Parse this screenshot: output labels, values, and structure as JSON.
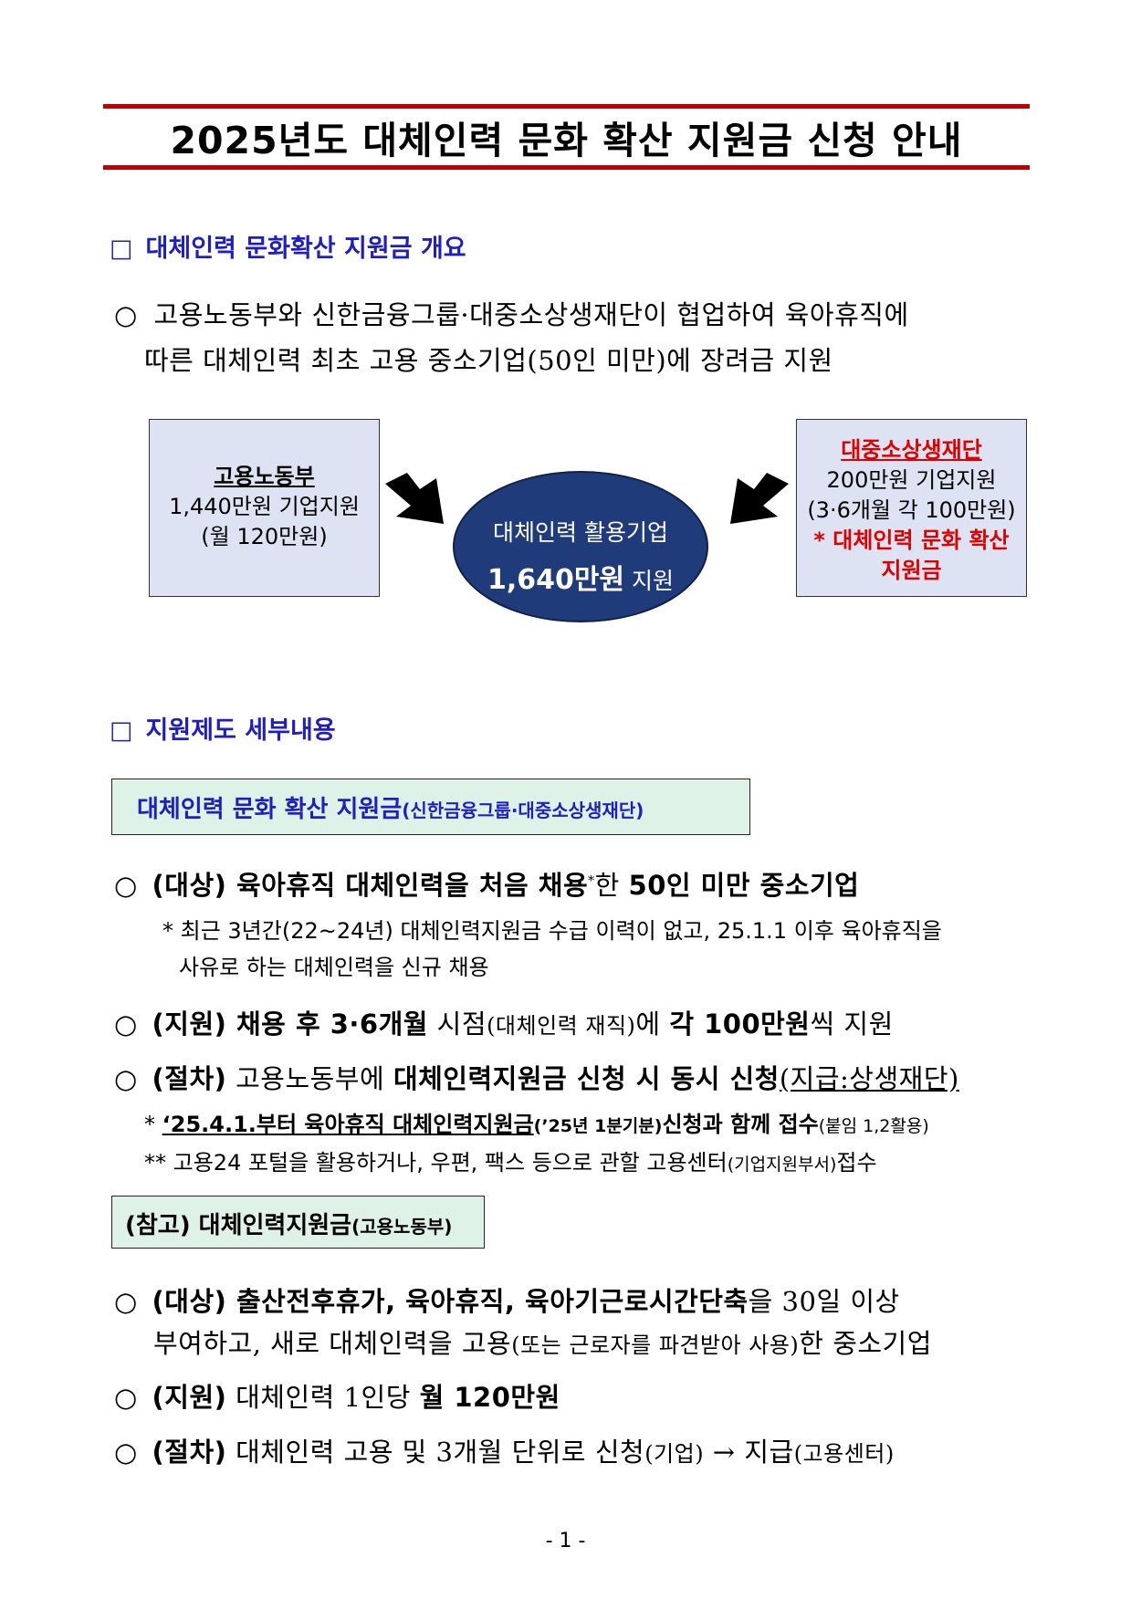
{
  "title": "2025년도 대체인력 문화 확산 지원금 신청 안내",
  "section1": {
    "marker": "□",
    "heading": "대체인력 문화확산 지원금 개요",
    "bullet": "○",
    "line1": "고용노동부와 신한금융그룹·대중소상생재단이 협업하여 육아휴직에",
    "line2": "따른 대체인력 최초 고용 중소기업(50인 미만)에 장려금 지원"
  },
  "diagram": {
    "left": {
      "title": "고용노동부",
      "line1": "1,440만원 기업지원",
      "line2": "(월 120만원)"
    },
    "center": {
      "line1": "대체인력 활용기업",
      "line2_bold": "1,640만원",
      "line2_rest": " 지원"
    },
    "right": {
      "title": "대중소상생재단",
      "line1": "200만원 기업지원",
      "line2": "(3·6개월 각 100만원)",
      "line3": "* 대체인력 문화 확산",
      "line4": "지원금"
    }
  },
  "section2": {
    "marker": "□",
    "heading": "지원제도 세부내용",
    "tag1": {
      "main": "대체인력 문화 확산 지원금",
      "sub": "(신한금융그룹·대중소상생재단)"
    },
    "target": {
      "bullet": "○",
      "label": "(대상)",
      "text_bold": " 육아휴직 대체인력을 처음 채용",
      "sup": "*",
      "text2": "한 ",
      "text3": "50인 미만 중소기업",
      "note_line1": "* 최근 3년간(22~24년) 대체인력지원금 수급 이력이 없고, 25.1.1 이후 육아휴직을",
      "note_line2": "사유로 하는 대체인력을 신규 채용"
    },
    "support": {
      "bullet": "○",
      "label": "(지원)",
      "t1": " 채용 후 3·6개월",
      "t2": " 시점",
      "t3": "(대체인력 재직)",
      "t4": "에 ",
      "t5": "각 100만원",
      "t6": "씩 지원"
    },
    "procedure": {
      "bullet": "○",
      "label": "(절차)",
      "t1": " 고용노동부에 ",
      "t2": "대체인력지원금 신청 시 동시 신청",
      "t3": "(지급:상생재단)",
      "note1_star": "* ",
      "note1_bold": "‘25.4.1.부터 육아휴직 대체인력지원금",
      "note1_small": "(’25년 1분기분)",
      "note1_bold2": "신청과 함께 접수",
      "note1_tail": "(붙임 1,2활용)",
      "note2_star": "** ",
      "note2_text": "고용24 포털을 활용하거나, 우편, 팩스 등으로 관할 고용센터",
      "note2_small": "(기업지원부서)",
      "note2_tail": "접수"
    },
    "tag2": {
      "main": "(참고) 대체인력지원금",
      "sub": "(고용노동부)"
    },
    "ref_target": {
      "bullet": "○",
      "label": "(대상)",
      "t1": " 출산전후휴가, 육아휴직, 육아기근로시간단축",
      "t2": "을 30일 이상",
      "line2a": "부여하고, 새로 대체인력을 고용",
      "line2b": "(또는 근로자를 파견받아 사용)",
      "line2c": "한 중소기업"
    },
    "ref_support": {
      "bullet": "○",
      "label": "(지원)",
      "t1": " 대체인력 1인당 ",
      "t2": "월 120만원"
    },
    "ref_procedure": {
      "bullet": "○",
      "label": "(절차)",
      "t1": " 대체인력 고용 및 3개월 단위로 신청",
      "t2": "(기업)",
      "t3": " → 지급",
      "t4": "(고용센터)"
    }
  },
  "page_number": "- 1 -",
  "colors": {
    "title_rule": "#c00000",
    "heading_blue": "#1f1fbf",
    "box_fill": "#dde3f2",
    "ellipse_fill": "#1f3b7a",
    "tag_fill": "#dff2e8",
    "red": "#e00000"
  }
}
